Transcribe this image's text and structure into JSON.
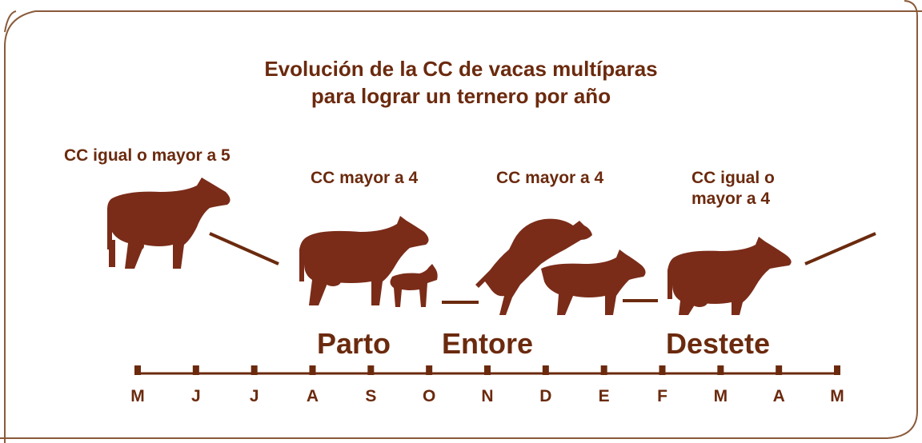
{
  "diagram": {
    "title_line1": "Evolución de la CC de vacas multíparas",
    "title_line2": "para lograr un ternero por año",
    "labels": {
      "cc1": "CC igual o mayor a 5",
      "cc2": "CC mayor a 4",
      "cc3": "CC mayor a 4",
      "cc4_line1": "CC igual o",
      "cc4_line2": "mayor a 4"
    },
    "stages": {
      "parto": "Parto",
      "entore": "Entore",
      "destete": "Destete"
    },
    "months": [
      "M",
      "J",
      "J",
      "A",
      "S",
      "O",
      "N",
      "D",
      "E",
      "F",
      "M",
      "A",
      "M"
    ],
    "colors": {
      "text": "#6b2a0e",
      "cattle": "#7a2c19",
      "frame": "#8a5a3a"
    },
    "icons": [
      "cow-icon",
      "cow-with-calf-icon",
      "mating-cattle-icon",
      "cow-icon"
    ]
  }
}
